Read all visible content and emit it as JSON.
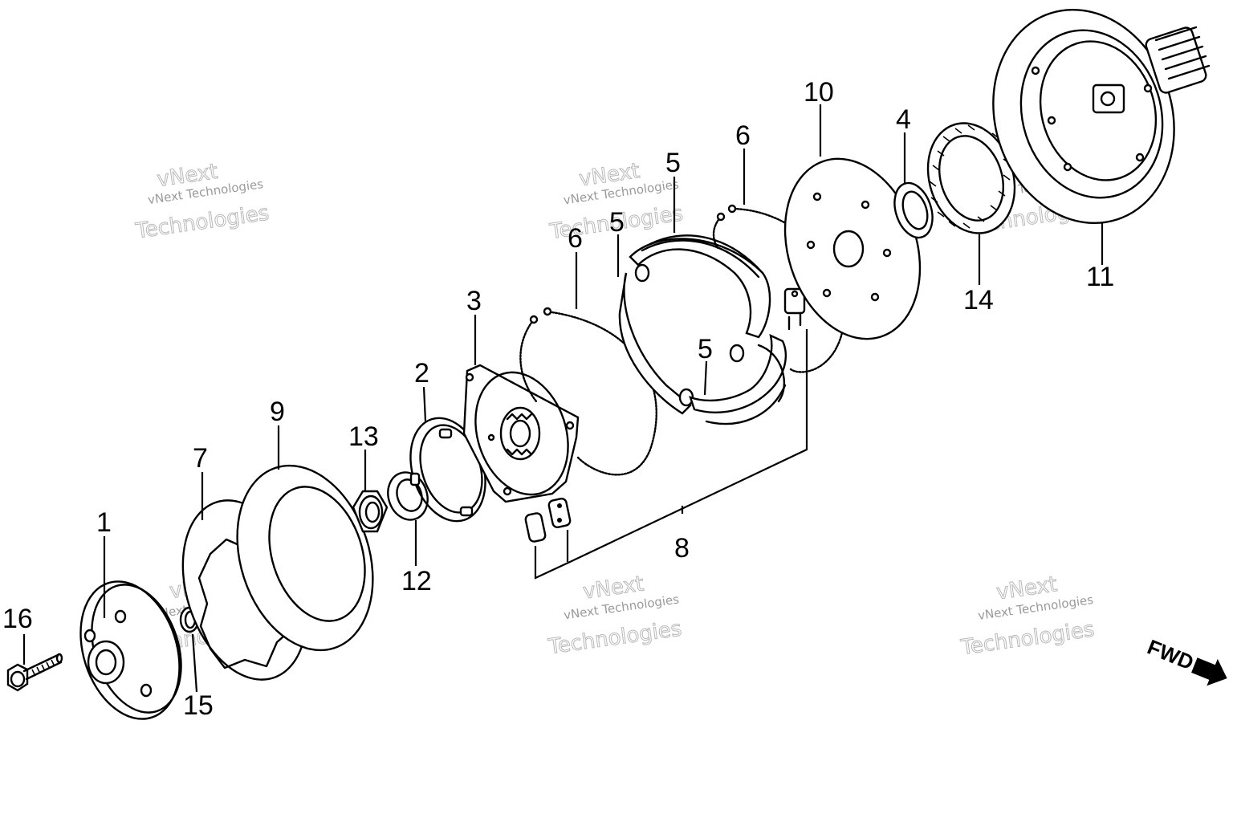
{
  "diagram": {
    "callouts": [
      {
        "id": "c16",
        "text": "16"
      },
      {
        "id": "c1",
        "text": "1"
      },
      {
        "id": "c15",
        "text": "15"
      },
      {
        "id": "c7",
        "text": "7"
      },
      {
        "id": "c9",
        "text": "9"
      },
      {
        "id": "c13",
        "text": "13"
      },
      {
        "id": "c12",
        "text": "12"
      },
      {
        "id": "c2",
        "text": "2"
      },
      {
        "id": "c3",
        "text": "3"
      },
      {
        "id": "c6a",
        "text": "6"
      },
      {
        "id": "c5a",
        "text": "5"
      },
      {
        "id": "c5b",
        "text": "5"
      },
      {
        "id": "c5c",
        "text": "5"
      },
      {
        "id": "c6b",
        "text": "6"
      },
      {
        "id": "c10",
        "text": "10"
      },
      {
        "id": "c4",
        "text": "4"
      },
      {
        "id": "c14",
        "text": "14"
      },
      {
        "id": "c11",
        "text": "11"
      },
      {
        "id": "c8",
        "text": "8"
      }
    ],
    "direction_label": "FWD",
    "watermark": {
      "line1": "vNext Technologies",
      "line2": "vNext",
      "line3": "Technologies"
    }
  }
}
